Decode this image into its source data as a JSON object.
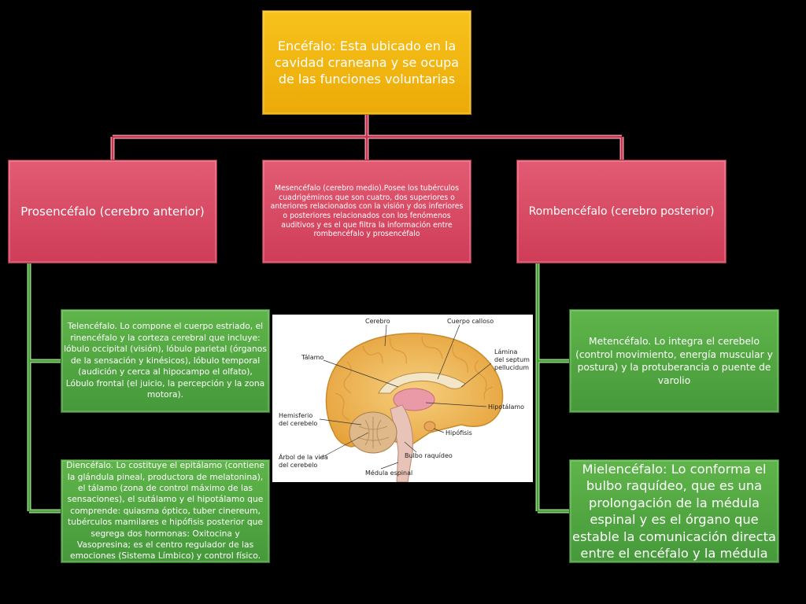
{
  "root": {
    "text": "Encéfalo: Esta ubicado en la cavidad craneana y se ocupa de las funciones voluntarias"
  },
  "level1": {
    "prosencefalo": "Prosencéfalo (cerebro anterior)",
    "mesencefalo": "Mesencéfalo (cerebro medio).Posee los tubérculos cuadrigéminos que son cuatro, dos superiores o anteriores relacionados con la visión y dos inferiores o posteriores relacionados con los fenómenos auditivos y es el que filtra la información entre rombencéfalo y prosencéfalo",
    "rombencefalo": "Rombencéfalo (cerebro posterior)"
  },
  "level2": {
    "telencefalo": "Telencéfalo. Lo compone el cuerpo estriado, el rinencéfalo y la corteza cerebral que incluye: lóbulo occipital  (visión), lóbulo parietal (órganos de la sensación y kinésicos), lóbulo temporal (audición y cerca al hipocampo el olfato), Lóbulo frontal  (el juicio, la percepción y la zona motora).",
    "diencefalo": "Diencéfalo. Lo costituye el epitálamo (contiene la glándula pineal, productora de melatonina), el tálamo (zona de control máximo de las sensaciones), el sutálamo y el hipotálamo que comprende: quiasma óptico, tuber cinereum, tubérculos mamilares e hipófisis posterior que segrega dos hormonas: Oxitocina y Vasopresina; es el centro regulador de las emociones (Sistema Límbico) y control físico.",
    "metencefalo": "Metencéfalo. Lo integra el cerebelo (control movimiento, energía muscular y postura) y la protuberancia o puente de varolio",
    "mielencefalo": "Mielencéfalo: Lo conforma el bulbo raquídeo, que es una prolongación de la médula espinal y es el órgano que estable la comunicación directa entre el encéfalo y la médula"
  },
  "brain_labels": {
    "cerebro": "Cerebro",
    "cuerpo_calloso": "Cuerpo calloso",
    "talamo": "Tálamo",
    "lamina_1": "Lámina",
    "lamina_2": "del septum",
    "lamina_3": "pellucidum",
    "hipotalamo": "Hipotálamo",
    "hemisferio_1": "Hemisferio",
    "hemisferio_2": "del cerebelo",
    "hipofisis": "Hipófisis",
    "arbol_1": "Árbol de la vida",
    "arbol_2": "del cerebelo",
    "bulbo": "Bulbo raquídeo",
    "medula": "Médula espinal"
  },
  "colors": {
    "root": "#f0b414",
    "level1": "#d94562",
    "level2": "#51a642",
    "connector_red": "#d94562",
    "connector_green": "#59b04a",
    "background": "#000000"
  }
}
